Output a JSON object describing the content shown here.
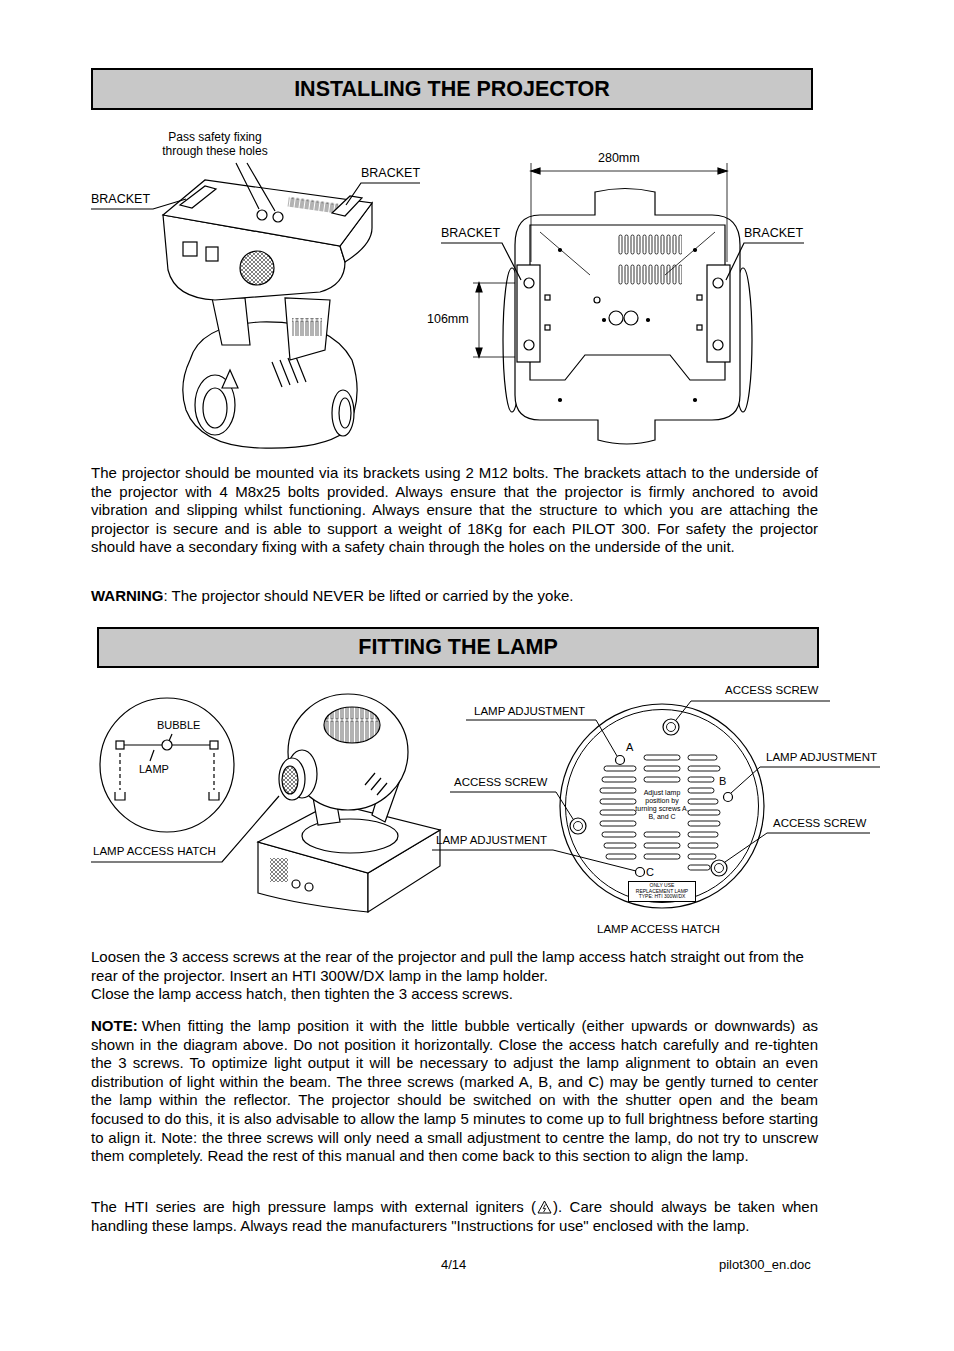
{
  "diagram": {
    "nodes": [
      {
        "text": [
          "INSTALLING THE PROJECTOR"
        ]
      },
      {
        "text": [
          "FITTING THE LAMP"
        ]
      },
      {
        "text": [
          "BUBBLE",
          "LAMP"
        ]
      },
      {
        "text": [
          "A",
          "B",
          "C",
          "Adjust lamp position by turning screws A, B, and C"
        ]
      },
      {
        "text": [
          "ONLY USE REPLACEMENT LAMP TYPE: HTI 300W/DX"
        ],
        "in": 3
      }
    ],
    "edges": [],
    "labels": [
      "Pass safety fixing through these holes",
      "BRACKET",
      "BRACKET",
      "280mm",
      "BRACKET",
      "BRACKET",
      "106mm",
      "The projector should be mounted via its brackets using 2 M12 bolts. The brackets attach to the underside of the projector with 4 M8x25 bolts provided. Always ensure that the projector is firmly anchored to avoid vibration and slipping whilst functioning. Always ensure that the structure to which you are attaching the projector is secure and is able to support a weight of 18Kg for each PILOT 300. For safety the projector should have a secondary fixing with a safety chain through the holes on the underside of the unit.",
      "WARNING",
      ": The projector should NEVER be lifted or carried by the yoke.",
      "LAMP ACCESS HATCH",
      "LAMP ADJUSTMENT",
      "ACCESS SCREW",
      "LAMP ADJUSTMENT",
      "ACCESS SCREW",
      "ACCESS SCREW",
      "LAMP ADJUSTMENT",
      "LAMP ACCESS HATCH",
      "Loosen the 3 access screws at the rear of the projector and pull the lamp access hatch straight out from the rear of the projector. Insert an HTI 300W/DX lamp in the lamp holder.",
      "Close the lamp access hatch, then tighten the 3 access screws.",
      "NOTE:",
      "When fitting the lamp position it with the little bubble vertically (either upwards or downwards) as shown in the diagram above. Do not position it horizontally. Close the access hatch carefully and re-tighten the 3 screws. To optimize light output it will be necessary to adjust the lamp alignment to obtain an even distribution of light within the beam. The three screws (marked A, B, and C) may be gently turned to center the lamp within the reflector. The projector should be switched on with the shutter open and the beam focused to do this, it is also advisable to allow the lamp 5 minutes to come up to full brightness before starting to align it. Note: the three screws will only need a small adjustment to centre the lamp, do not try to unscrew them completely. Read the rest of this manual and then come back to this section to align the lamp.",
      "The HTI series are high pressure lamps with external igniters (",
      "). Care should always be taken when handling these lamps. Always read the manufacturers \"Instructions for use\" enclosed with the lamp.",
      "4/14",
      "pilot300_en.doc"
    ]
  }
}
